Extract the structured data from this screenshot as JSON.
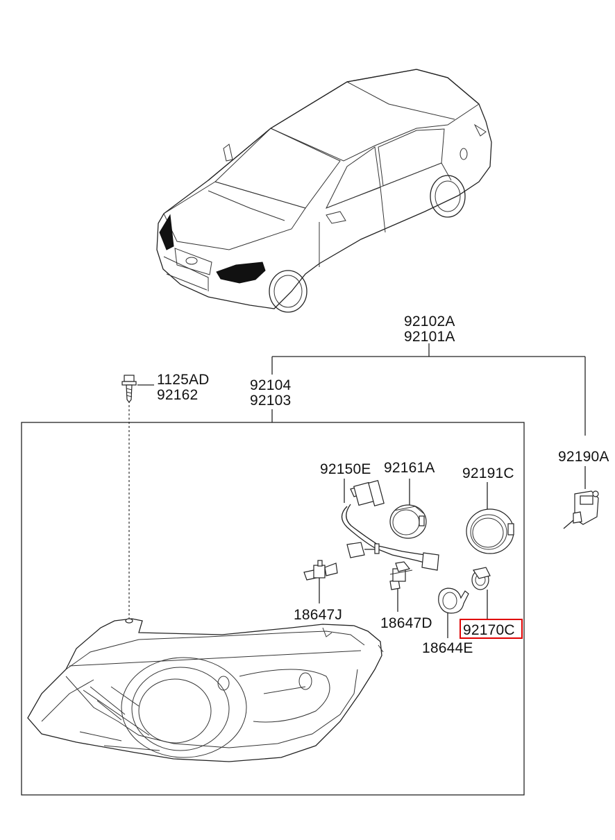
{
  "diagram": {
    "highlight_color": "#e00000",
    "line_color": "#222222",
    "labels": {
      "assembly_rh": "92102A",
      "assembly_lh": "92101A",
      "housing_rh": "92104",
      "housing_lh": "92103",
      "screw_a": "1125AD",
      "screw_b": "92162",
      "actuator": "92190A",
      "wiring": "92150E",
      "socket_cap": "92161A",
      "dust_cap": "92191C",
      "bulb_j": "18647J",
      "bulb_d": "18647D",
      "bulb_e": "18644E",
      "socket_c": "92170C"
    },
    "highlighted_part": "92170C"
  }
}
